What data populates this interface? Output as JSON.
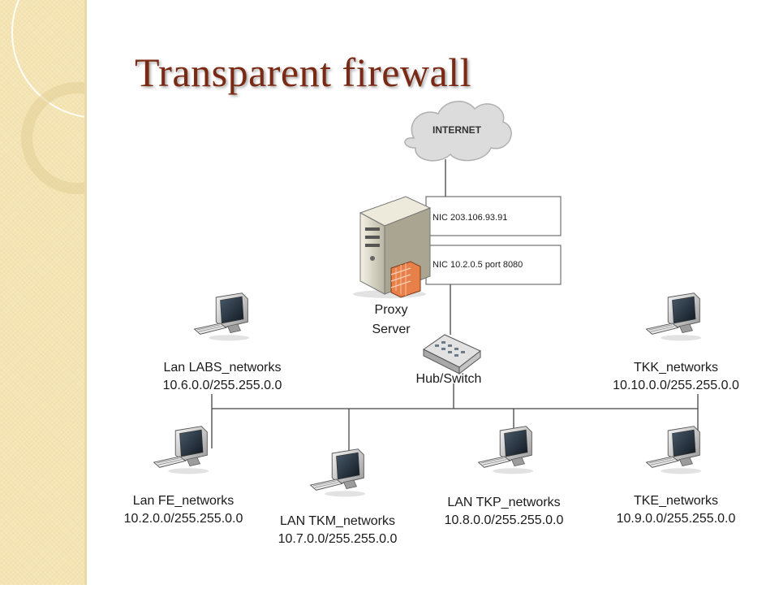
{
  "slide": {
    "title": "Transparent firewall"
  },
  "internet": {
    "label": "INTERNET",
    "icon": "cloud-icon"
  },
  "proxy": {
    "label_line1": "Proxy",
    "label_line2": "Server",
    "nic_external": "NIC 203.106.93.91",
    "nic_internal": "NIC 10.2.0.5 port 8080",
    "icon": "server-icon"
  },
  "switch": {
    "label": "Hub/Switch",
    "icon": "switch-icon"
  },
  "networks": [
    {
      "name": "Lan LABS_networks",
      "subnet": "10.6.0.0/255.255.0.0"
    },
    {
      "name": "TKK_networks",
      "subnet": "10.10.0.0/255.255.0.0"
    },
    {
      "name": "Lan FE_networks",
      "subnet": "10.2.0.0/255.255.0.0"
    },
    {
      "name": "LAN TKM_networks",
      "subnet": "10.7.0.0/255.255.0.0"
    },
    {
      "name": "LAN TKP_networks",
      "subnet": "10.8.0.0/255.255.0.0"
    },
    {
      "name": "TKE_networks",
      "subnet": "10.9.0.0/255.255.0.0"
    }
  ],
  "colors": {
    "title": "#7a2a14",
    "sidebar": "#f6e7b9",
    "firewall": "#e8804a"
  }
}
